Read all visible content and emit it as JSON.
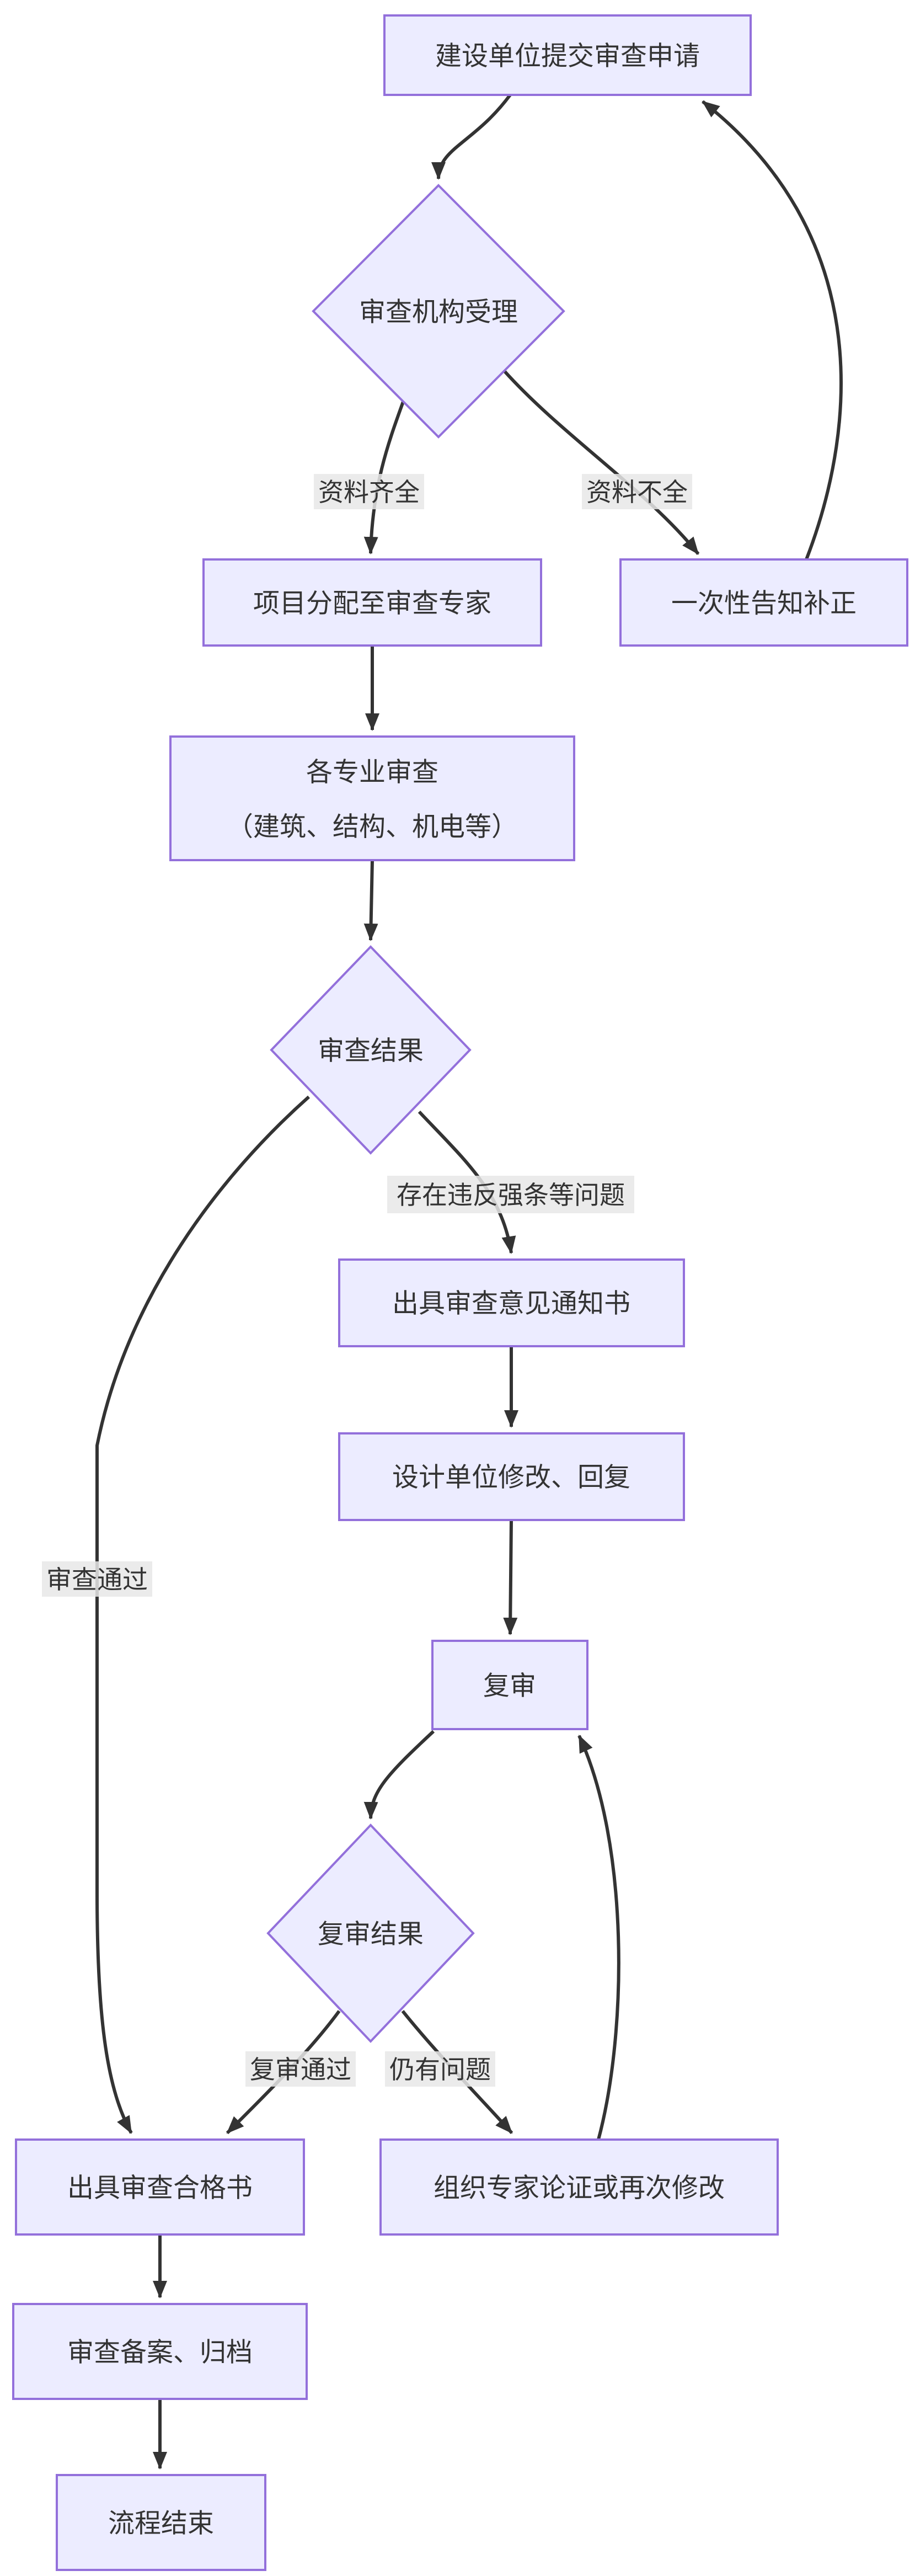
{
  "diagram": {
    "type": "flowchart",
    "direction": "top-down",
    "colors": {
      "background": "#ffffff",
      "node_fill": "#ECECFF",
      "node_border": "#9370DB",
      "edge_color": "#333333",
      "text_color": "#333333",
      "label_bg": "#e8e8e8"
    },
    "nodes": {
      "submit": {
        "shape": "rect",
        "label": "建设单位提交审查申请"
      },
      "accept": {
        "shape": "diamond",
        "label": "审查机构受理"
      },
      "assign": {
        "shape": "rect",
        "label": "项目分配至审查专家"
      },
      "supplement": {
        "shape": "rect",
        "label": "一次性告知补正"
      },
      "discipline_review": {
        "shape": "rect",
        "label": "各专业审查（建筑、结构、机电等）",
        "line1": "各专业审查",
        "line2": "（建筑、结构、机电等）"
      },
      "review_result": {
        "shape": "diamond",
        "label": "审查结果"
      },
      "opinion_notice": {
        "shape": "rect",
        "label": "出具审查意见通知书"
      },
      "design_revise": {
        "shape": "rect",
        "label": "设计单位修改、回复"
      },
      "recheck": {
        "shape": "rect",
        "label": "复审"
      },
      "recheck_result": {
        "shape": "diamond",
        "label": "复审结果"
      },
      "certificate": {
        "shape": "rect",
        "label": "出具审查合格书"
      },
      "expert_review": {
        "shape": "rect",
        "label": "组织专家论证或再次修改"
      },
      "archive": {
        "shape": "rect",
        "label": "审查备案、归档"
      },
      "end": {
        "shape": "rect",
        "label": "流程结束"
      }
    },
    "edge_labels": {
      "complete": "资料齐全",
      "incomplete": "资料不全",
      "violation": "存在违反强条等问题",
      "pass": "审查通过",
      "recheck_pass": "复审通过",
      "still_issues": "仍有问题"
    },
    "edges": [
      {
        "from": "submit",
        "to": "accept",
        "label": ""
      },
      {
        "from": "accept",
        "to": "assign",
        "label": "资料齐全"
      },
      {
        "from": "accept",
        "to": "supplement",
        "label": "资料不全"
      },
      {
        "from": "supplement",
        "to": "submit",
        "label": ""
      },
      {
        "from": "assign",
        "to": "discipline_review",
        "label": ""
      },
      {
        "from": "discipline_review",
        "to": "review_result",
        "label": ""
      },
      {
        "from": "review_result",
        "to": "opinion_notice",
        "label": "存在违反强条等问题"
      },
      {
        "from": "review_result",
        "to": "certificate",
        "label": "审查通过"
      },
      {
        "from": "opinion_notice",
        "to": "design_revise",
        "label": ""
      },
      {
        "from": "design_revise",
        "to": "recheck",
        "label": ""
      },
      {
        "from": "recheck",
        "to": "recheck_result",
        "label": ""
      },
      {
        "from": "recheck_result",
        "to": "certificate",
        "label": "复审通过"
      },
      {
        "from": "recheck_result",
        "to": "expert_review",
        "label": "仍有问题"
      },
      {
        "from": "expert_review",
        "to": "recheck",
        "label": ""
      },
      {
        "from": "certificate",
        "to": "archive",
        "label": ""
      },
      {
        "from": "archive",
        "to": "end",
        "label": ""
      }
    ]
  }
}
